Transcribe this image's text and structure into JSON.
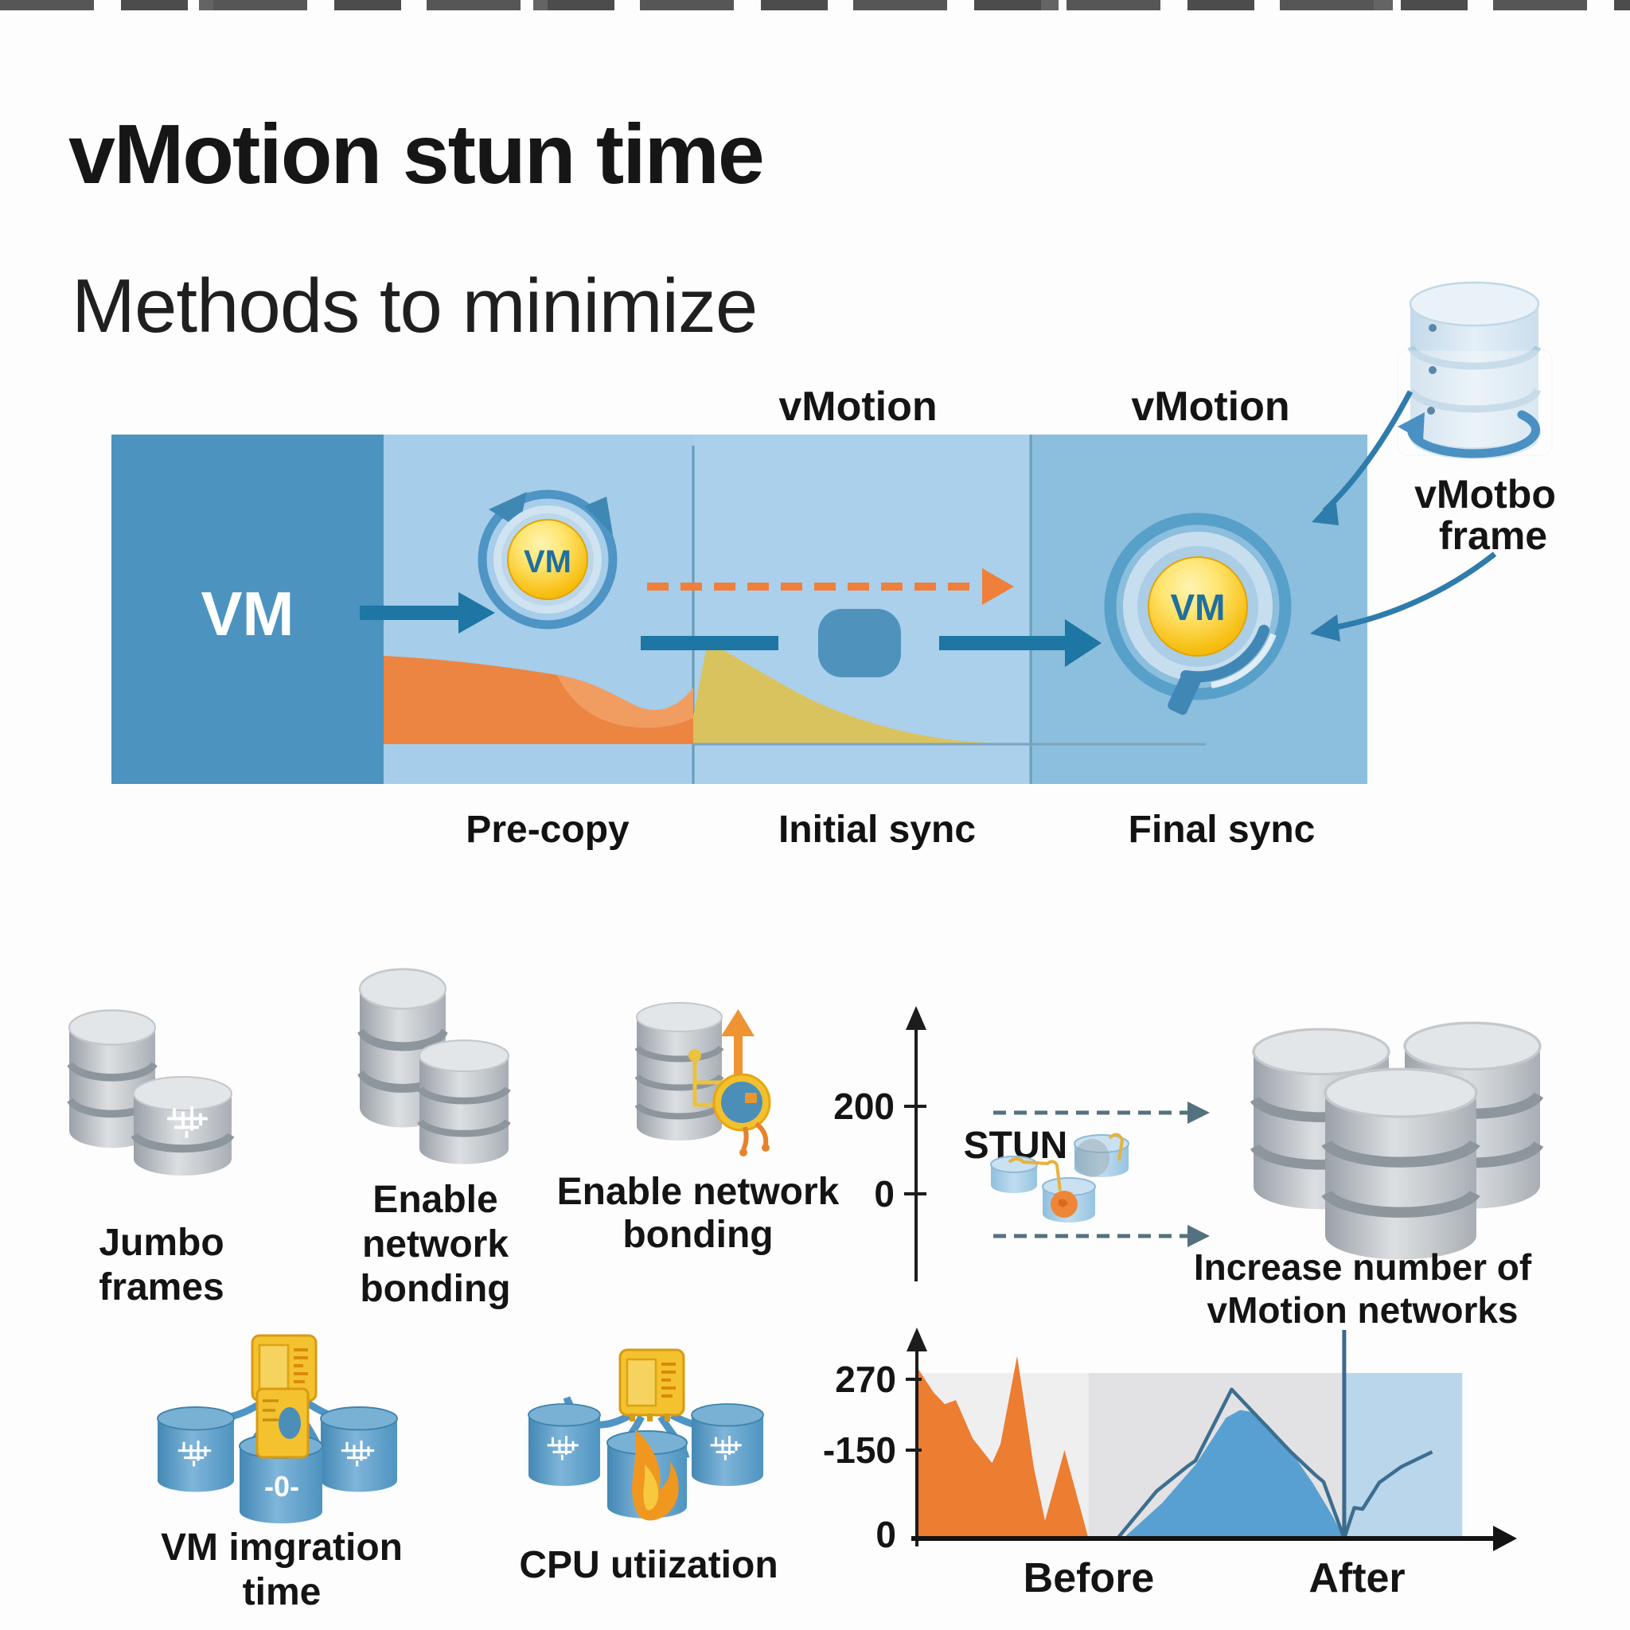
{
  "page": {
    "title": "vMotion stun time",
    "subtitle": "Methods to minimize"
  },
  "colors": {
    "panel_source": "#4c93c0",
    "panel_precopy": "#a6cde9",
    "panel_initial": "#aad0eb",
    "panel_final": "#8cbedd",
    "arrow_blue": "#1d76a4",
    "dashed_orange": "#f07f3c",
    "vm_yellow": "#f7bf13",
    "ring_blue": "#4e94c4",
    "area_orange": "#ec8541",
    "area_khaki": "#d9c35f",
    "gray_cylinder": "#c9cdd2",
    "blue_cylinder": "#5b9fc9",
    "chip_yellow": "#f4c12f",
    "chart_orange": "#ed7d31",
    "chart_blue_fill": "#58a0d2",
    "chart_line": "#3c6e90",
    "chart_after_bg": "#bad6ea"
  },
  "diagram": {
    "vmotion_label_initial": "vMotion",
    "vmotion_label_final": "vMotion",
    "source_vm": "VM",
    "migrating_vm": "VM",
    "destination_vm": "VM",
    "phases": [
      {
        "label": "Pre-copy"
      },
      {
        "label": "Initial sync"
      },
      {
        "label": "Final sync"
      }
    ],
    "callout": {
      "line1": "vMotbo",
      "line2": "frame"
    }
  },
  "methods": [
    {
      "id": "jumbo-frames",
      "label_lines": [
        "Jumbo",
        "frames"
      ]
    },
    {
      "id": "network-bonding-a",
      "label_lines": [
        "Enable",
        "network",
        "bonding"
      ]
    },
    {
      "id": "network-bonding-b",
      "label_lines": [
        "Enable network",
        "bonding"
      ]
    },
    {
      "id": "increase-networks",
      "label_lines": [
        "Increase number of",
        "vMotion networks"
      ]
    }
  ],
  "stun_section": {
    "label": "STUN"
  },
  "metrics": [
    {
      "id": "vm-migration-time",
      "label_lines": [
        "VM imgration",
        "time"
      ],
      "badge": "-0-"
    },
    {
      "id": "cpu-utilization",
      "label_lines": [
        "CPU utiization"
      ]
    }
  ],
  "chart_data": [
    {
      "id": "stun-axis",
      "type": "area",
      "title": "STUN",
      "y_ticks": [
        {
          "label": "200",
          "value": 200
        },
        {
          "label": "0",
          "value": 0
        }
      ],
      "annotations": [
        "two dashed arrows from STUN hosts toward increased vMotion networks"
      ]
    },
    {
      "id": "before-after-stun",
      "type": "area",
      "xlabels": [
        {
          "label": "Before",
          "x": 31
        },
        {
          "label": "After",
          "x": 76.7
        }
      ],
      "y_ticks": [
        {
          "label": "270",
          "value": 270
        },
        {
          "label": "-150",
          "value": 150
        },
        {
          "label": "0",
          "value": 0
        }
      ],
      "xlim": [
        0,
        100
      ],
      "ylim": [
        0,
        340
      ],
      "vline_x": 76.7,
      "backgrounds": [
        {
          "x0": 0,
          "x1": 30.8,
          "color": "#f0eff0"
        },
        {
          "x0": 30.8,
          "x1": 76.7,
          "color": "#e2e1e3"
        },
        {
          "x0": 76.7,
          "x1": 97.9,
          "color": "#bad6ea"
        }
      ],
      "series": [
        {
          "name": "stun-before",
          "style": "area",
          "color": "#ed7d31",
          "points": [
            [
              0,
              291
            ],
            [
              3,
              248
            ],
            [
              5,
              228
            ],
            [
              7,
              235
            ],
            [
              10,
              170
            ],
            [
              13.5,
              128
            ],
            [
              15,
              160
            ],
            [
              18,
              310
            ],
            [
              21,
              120
            ],
            [
              23,
              30
            ],
            [
              26.5,
              150
            ],
            [
              30.8,
              0
            ]
          ]
        },
        {
          "name": "stun-after-fill",
          "style": "area",
          "color": "#58a0d2",
          "points": [
            [
              37,
              0
            ],
            [
              44,
              60
            ],
            [
              50,
              125
            ],
            [
              55.5,
              205
            ],
            [
              58,
              218
            ],
            [
              60,
              215
            ],
            [
              63,
              193
            ],
            [
              67,
              150
            ],
            [
              71,
              95
            ],
            [
              74.5,
              40
            ],
            [
              76.7,
              0
            ]
          ]
        },
        {
          "name": "stun-after-line",
          "style": "line",
          "color": "#3c6e90",
          "points": [
            [
              36,
              0
            ],
            [
              43,
              80
            ],
            [
              48.5,
              122
            ],
            [
              50,
              132
            ],
            [
              56.5,
              253
            ],
            [
              62,
              198
            ],
            [
              67,
              148
            ],
            [
              71.5,
              108
            ],
            [
              73,
              96
            ],
            [
              76.7,
              0
            ],
            [
              78.5,
              52
            ],
            [
              80,
              50
            ],
            [
              83,
              95
            ],
            [
              87,
              122
            ],
            [
              92.5,
              147
            ]
          ]
        }
      ]
    }
  ]
}
